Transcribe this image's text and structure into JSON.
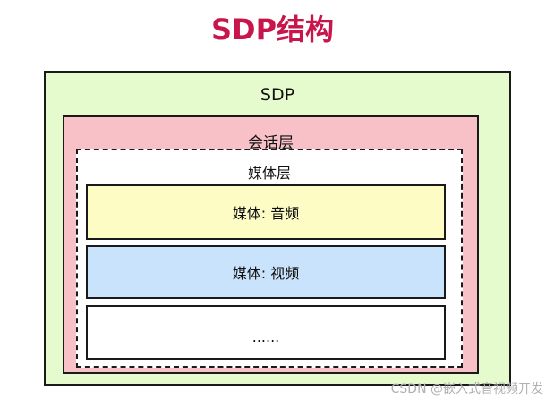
{
  "title": "SDP结构",
  "sdp_label": "SDP",
  "session_label": "会话层",
  "media_layer_label": "媒体层",
  "media_items": [
    {
      "label": "媒体:  音频",
      "color": "#fdfcc4"
    },
    {
      "label": "媒体:  视频",
      "color": "#c8e3fb"
    },
    {
      "label": "......",
      "color": "#ffffff"
    }
  ],
  "colors": {
    "title": "#c8164c",
    "sdp_bg": "#e6fbcd",
    "session_bg": "#f8c0c7"
  },
  "watermark": "CSDN @嵌入式音视频开发"
}
